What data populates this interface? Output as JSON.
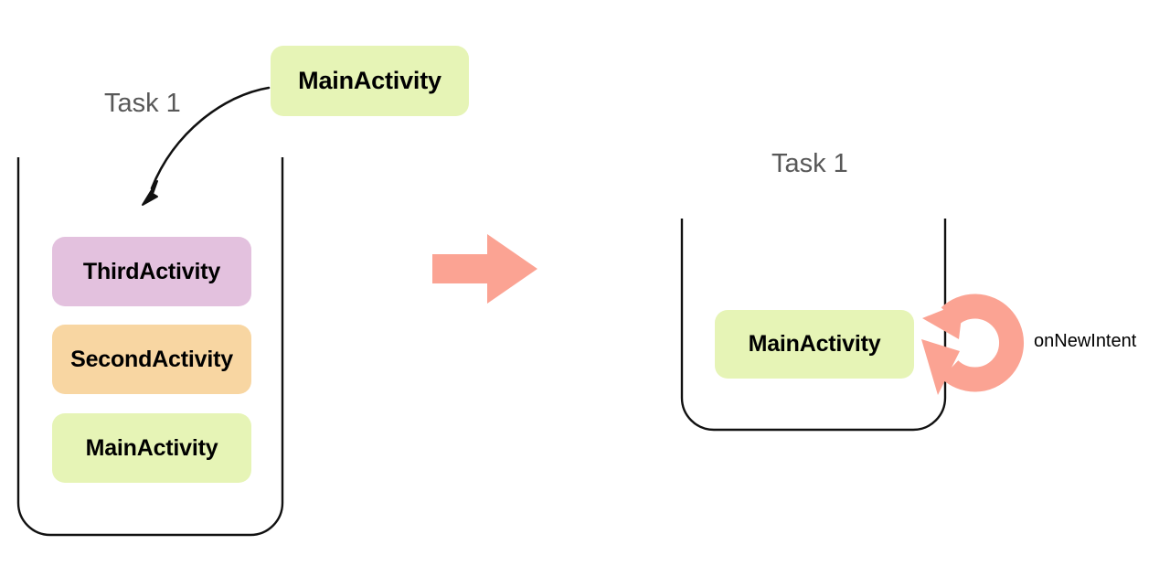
{
  "diagram": {
    "title_left": "Task 1",
    "title_right": "Task 1",
    "callout": "onNewIntent",
    "colors": {
      "green": "#e6f4b6",
      "purple": "#e3c1de",
      "orange": "#f8d6a2",
      "salmon": "#fba392",
      "stroke": "#111111",
      "label_gray": "#585858"
    },
    "left_task": {
      "label": "Task 1",
      "incoming_activity": "MainActivity",
      "stack": [
        {
          "name": "ThirdActivity",
          "color": "purple"
        },
        {
          "name": "SecondActivity",
          "color": "orange"
        },
        {
          "name": "MainActivity",
          "color": "green"
        }
      ]
    },
    "transition": {
      "icon": "right-arrow-icon"
    },
    "right_task": {
      "label": "Task 1",
      "stack": [
        {
          "name": "MainActivity",
          "color": "green"
        }
      ],
      "loop_icon": "circular-refresh-arrow-icon",
      "loop_label": "onNewIntent"
    }
  }
}
